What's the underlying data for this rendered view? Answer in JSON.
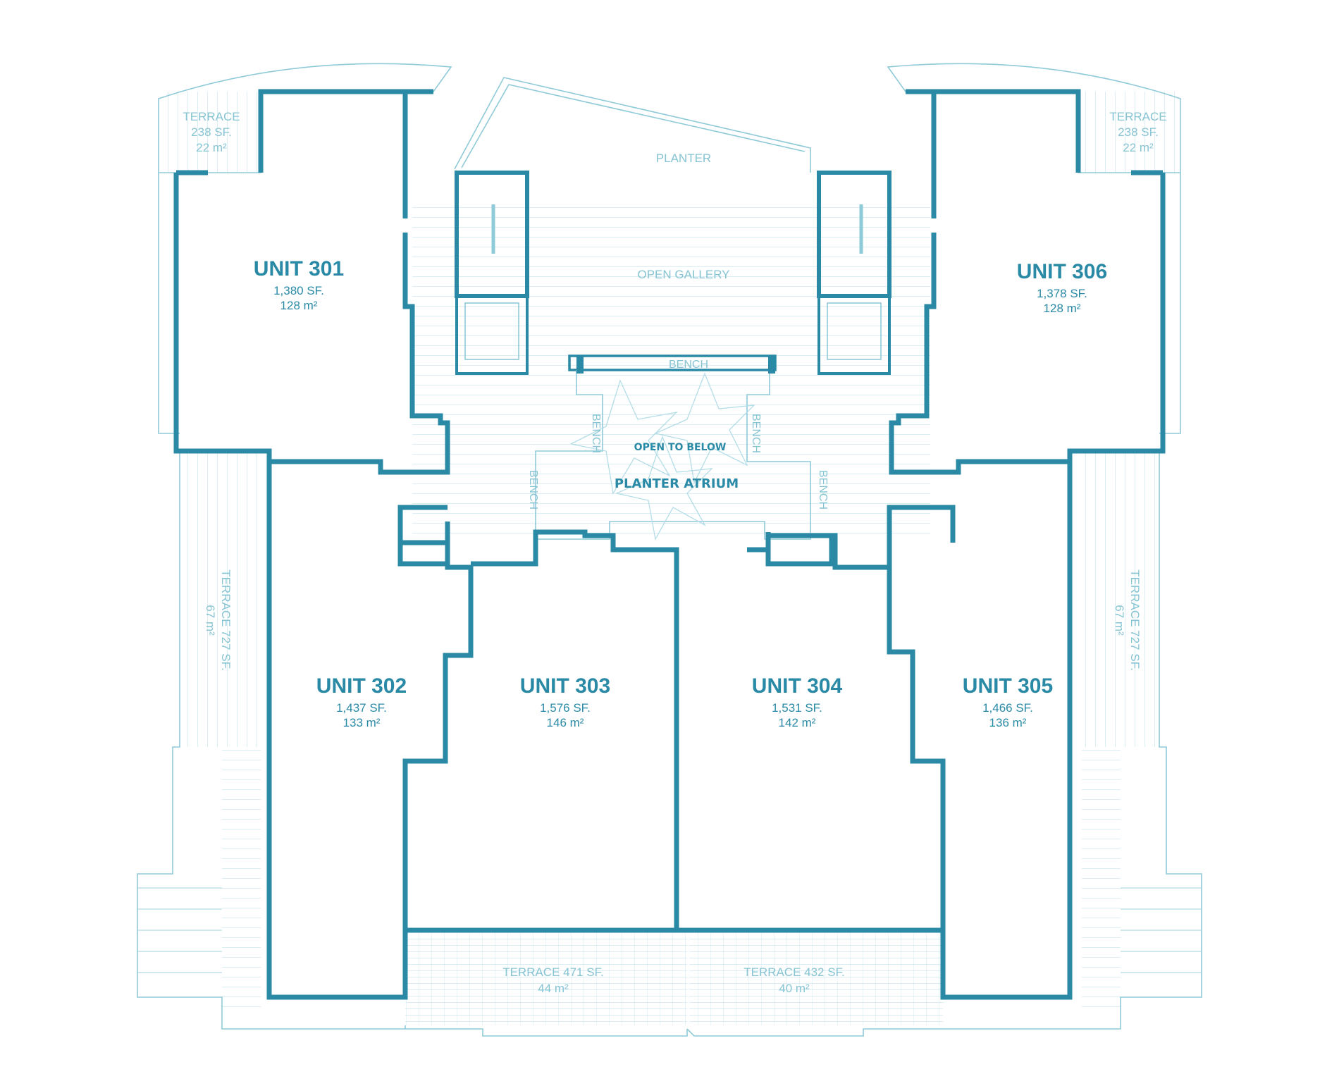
{
  "units": [
    {
      "id": "301",
      "title": "UNIT 301",
      "sf": "1,380 SF.",
      "m2": "128 m²"
    },
    {
      "id": "302",
      "title": "UNIT 302",
      "sf": "1,437 SF.",
      "m2": "133 m²"
    },
    {
      "id": "303",
      "title": "UNIT 303",
      "sf": "1,576 SF.",
      "m2": "146 m²"
    },
    {
      "id": "304",
      "title": "UNIT 304",
      "sf": "1,531 SF.",
      "m2": "142 m²"
    },
    {
      "id": "305",
      "title": "UNIT 305",
      "sf": "1,466 SF.",
      "m2": "136 m²"
    },
    {
      "id": "306",
      "title": "UNIT 306",
      "sf": "1,378 SF.",
      "m2": "128 m²"
    }
  ],
  "terraces": {
    "nw": {
      "name": "TERRACE",
      "sf": "238 SF.",
      "m2": "22 m²"
    },
    "ne": {
      "name": "TERRACE",
      "sf": "238 SF.",
      "m2": "22 m²"
    },
    "west": {
      "line1": "TERRACE 727 SF.",
      "line2": "67 m²"
    },
    "east": {
      "line1": "TERRACE 727 SF.",
      "line2": "67 m²"
    },
    "south_left": {
      "line1": "TERRACE 471 SF.",
      "line2": "44 m²"
    },
    "south_right": {
      "line1": "TERRACE 432 SF.",
      "line2": "40 m²"
    }
  },
  "common": {
    "planter": "PLANTER",
    "open_gallery": "OPEN GALLERY",
    "bench": "BENCH",
    "open_to_below": "OPEN TO BELOW",
    "planter_atrium": "PLANTER ATRIUM"
  },
  "colors": {
    "wall": "#2a8aa6",
    "thin_line": "#8fcad8",
    "label": "#86c4d3"
  }
}
